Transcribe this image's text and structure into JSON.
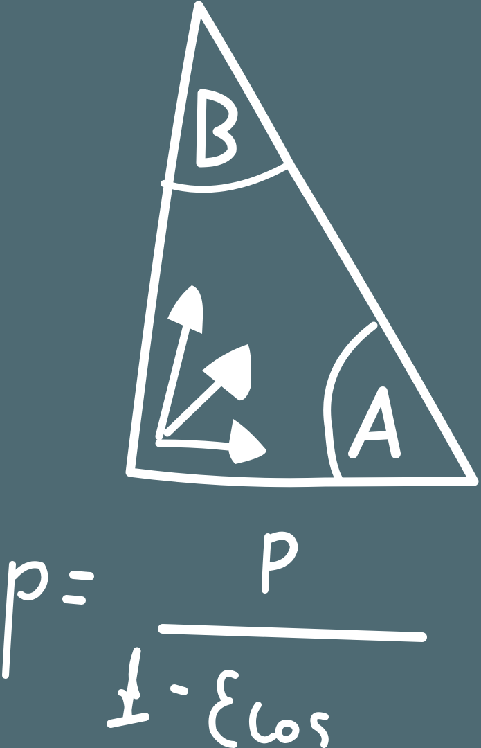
{
  "diagram": {
    "type": "hand-drawn triangle with angle arcs and vectors",
    "background_color": "#4e6a73",
    "ink_color": "#ffffff",
    "labels": {
      "top_angle": "B",
      "bottom_right_angle": "A"
    },
    "vectors": {
      "count": 3,
      "directions": [
        "up",
        "diagonal up-right",
        "right"
      ]
    }
  },
  "formula": {
    "lhs": "p",
    "equals": "=",
    "numerator": "p",
    "denominator": "1 - εcos",
    "full_text": "p = p / (1 - εcos)"
  }
}
